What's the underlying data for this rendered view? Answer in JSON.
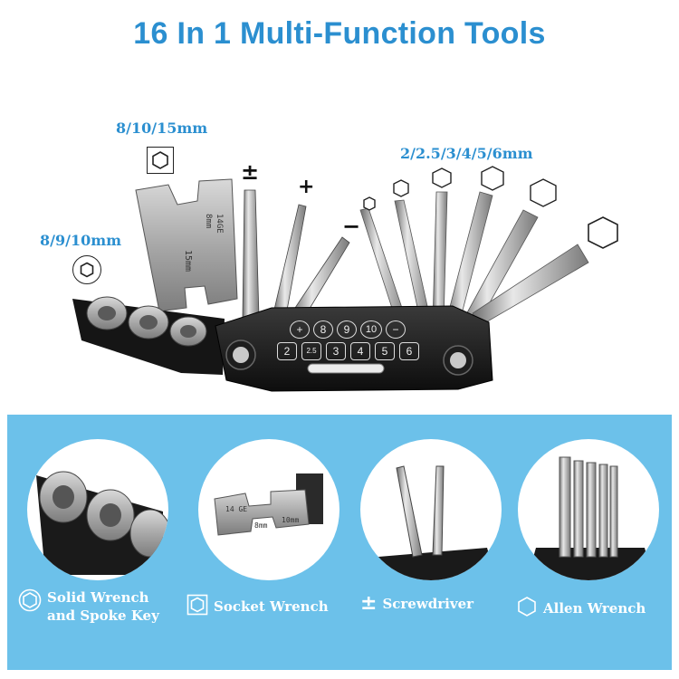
{
  "title": "16 In 1 Multi-Function Tools",
  "size_labels": {
    "socket_top": "8/10/15mm",
    "socket_left": "8/9/10mm",
    "allen": "2/2.5/3/4/5/6mm"
  },
  "tool_marks": {
    "plus_minus": "±",
    "plus": "+",
    "minus": "−"
  },
  "body_markings": {
    "top_row": [
      "+",
      "8",
      "9",
      "10",
      "−"
    ],
    "bottom_row": [
      "2",
      "2.5",
      "3",
      "4",
      "5",
      "6"
    ]
  },
  "features": [
    {
      "line1": "Solid Wrench",
      "line2": "and Spoke Key",
      "icon": "hexagon-circle-icon"
    },
    {
      "label": "Socket Wrench",
      "icon": "hexagon-square-icon"
    },
    {
      "label": "Screwdriver",
      "icon": "plus-minus-icon"
    },
    {
      "label": "Allen Wrench",
      "icon": "hexagon-outline-icon"
    }
  ],
  "colors": {
    "title": "#2b8fd0",
    "panel": "#6cc1ea",
    "feature_text": "#ffffff"
  }
}
